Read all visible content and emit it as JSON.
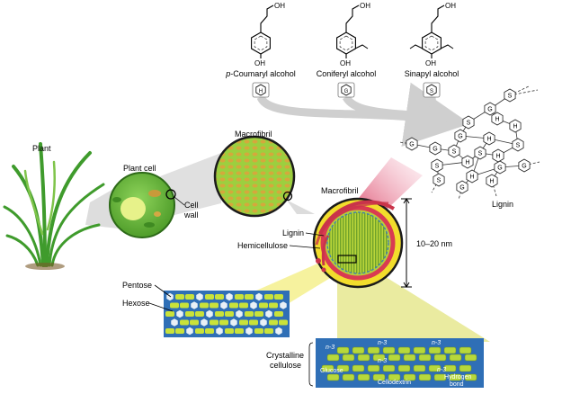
{
  "monolignols": [
    {
      "name_prefix": "p",
      "name_suffix": "-Coumaryl alcohol",
      "unit": "H",
      "oh_top": "OH",
      "oh_bottom": "OH"
    },
    {
      "name_prefix": "",
      "name_suffix": "Coniferyl alcohol",
      "unit": "G",
      "oh_top": "OH",
      "oh_bottom": "OH"
    },
    {
      "name_prefix": "",
      "name_suffix": "Sinapyl alcohol",
      "unit": "S",
      "oh_top": "OH",
      "oh_bottom": "OH"
    }
  ],
  "labels": {
    "plant": "Plant",
    "plant_cell": "Plant cell",
    "cell_wall_1": "Cell",
    "cell_wall_2": "wall",
    "macrofibril_top": "Macrofibril",
    "macrofibril_right": "Macrofibril",
    "lignin_polymer": "Lignin",
    "lignin_pointer": "Lignin",
    "hemicellulose": "Hemicellulose",
    "dimension": "10–20 nm",
    "pentose": "Pentose",
    "hexose": "Hexose",
    "crystalline_1": "Crystalline",
    "crystalline_2": "cellulose",
    "glucose": "Glucose",
    "cellodextrin": "Cellodextrin",
    "hydrogen_1": "Hydrogen",
    "hydrogen_2": "bond",
    "n3": "n-3"
  },
  "lignin_network_units": [
    "S",
    "G",
    "S",
    "H",
    "G",
    "H",
    "S",
    "H",
    "S",
    "H",
    "G",
    "G",
    "S",
    "S",
    "H",
    "G",
    "S",
    "G",
    "H",
    "G",
    "H"
  ],
  "colors": {
    "cell_green": "#6cba3c",
    "fibril_orange": "#e88a32",
    "glucose_green": "#c9e23a",
    "blue_panel": "#2f6fb6",
    "hemicellulose_red": "#c9344a",
    "lignin_yellow": "#f2dd2c"
  }
}
